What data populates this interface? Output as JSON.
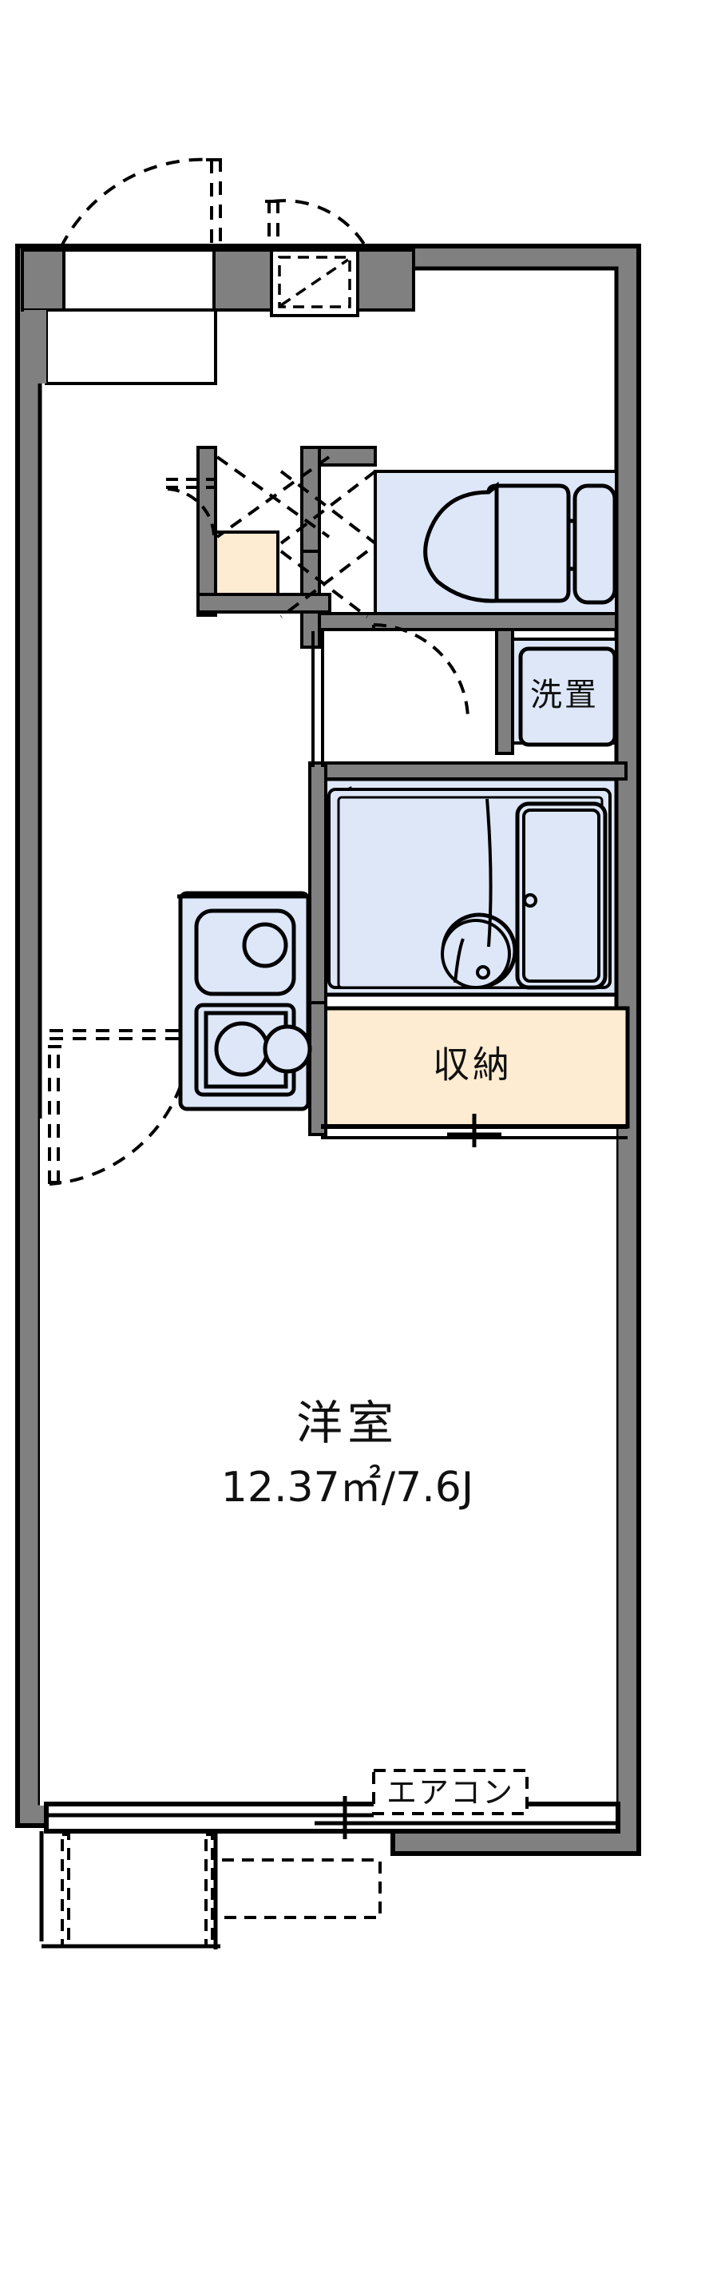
{
  "plan": {
    "type": "apartment-floor-plan",
    "layout_code": "1K",
    "orientation": "north-up",
    "drawing_style": "japanese-real-estate-madori"
  },
  "colors": {
    "wall_fill": "#808080",
    "wall_outline": "#000000",
    "water_area_fill": "#dde7f8",
    "storage_fill": "#fdecd2",
    "genkan_fill": "#fdecd2",
    "room_fill": "#ffffff",
    "line": "#000000",
    "text": "#111111",
    "page_background": "#ffffff"
  },
  "rooms": [
    {
      "id": "main-room",
      "name": "洋室",
      "area_label": "12.37㎡/7.6J",
      "area_sqm": 12.37,
      "area_jo": 7.6,
      "fill": "#ffffff"
    },
    {
      "id": "storage",
      "name": "収納",
      "fill": "#fdecd2"
    },
    {
      "id": "laundry",
      "name": "洗置",
      "fill": "#dde7f8"
    },
    {
      "id": "unit-bath",
      "name": "",
      "fill": "#dde7f8"
    },
    {
      "id": "toilet",
      "name": "",
      "fill": "#dde7f8"
    },
    {
      "id": "genkan",
      "name": "",
      "fill": "#fdecd2"
    },
    {
      "id": "kitchen-corridor",
      "name": "",
      "fill": "#ffffff"
    }
  ],
  "labels": {
    "main_room_name": "洋室",
    "main_room_area": "12.37㎡/7.6J",
    "storage": "収納",
    "laundry": "洗置",
    "aircon": "エアコン"
  },
  "fixtures": [
    {
      "id": "toilet-bowl",
      "label": "toilet"
    },
    {
      "id": "toilet-tank",
      "label": "toilet tank"
    },
    {
      "id": "bathtub",
      "label": "bathtub"
    },
    {
      "id": "wash-basin",
      "label": "round wash basin"
    },
    {
      "id": "kitchen-sink",
      "label": "kitchen sink"
    },
    {
      "id": "gas-stove",
      "label": "two burner stove"
    },
    {
      "id": "washing-machine-pan",
      "label": "洗置"
    },
    {
      "id": "aircon-unit",
      "label": "エアコン"
    }
  ],
  "openings": [
    {
      "id": "entrance-door",
      "type": "swing-door",
      "location": "genkan-north"
    },
    {
      "id": "toilet-door",
      "type": "swing-door",
      "location": "toilet-west"
    },
    {
      "id": "unit-bath-door",
      "type": "folding-door",
      "location": "unit-bath-north"
    },
    {
      "id": "corridor-door",
      "type": "swing-door",
      "location": "corridor-north"
    },
    {
      "id": "room-door",
      "type": "swing-door",
      "location": "main-room-north"
    },
    {
      "id": "storage-door",
      "type": "sliding-door",
      "location": "storage-south"
    },
    {
      "id": "balcony-window",
      "type": "sliding-window",
      "location": "main-room-south"
    },
    {
      "id": "meter-box",
      "type": "meter-box",
      "location": "exterior-north"
    }
  ]
}
